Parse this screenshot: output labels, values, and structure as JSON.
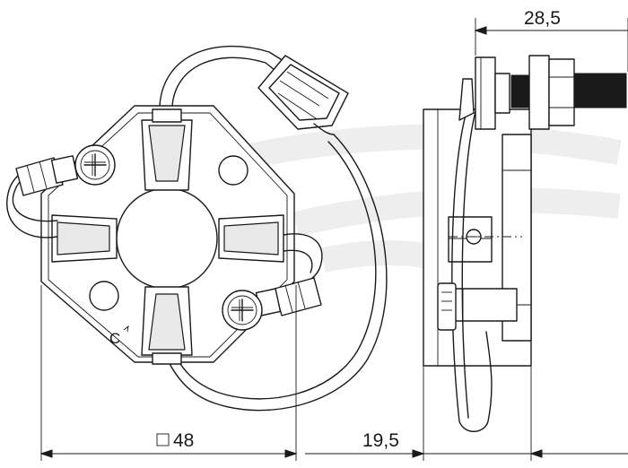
{
  "dimensions": {
    "top_width": "28,5",
    "front_square": "48",
    "side_depth": "19,5"
  },
  "markings": {
    "rotation_letter": "C"
  }
}
